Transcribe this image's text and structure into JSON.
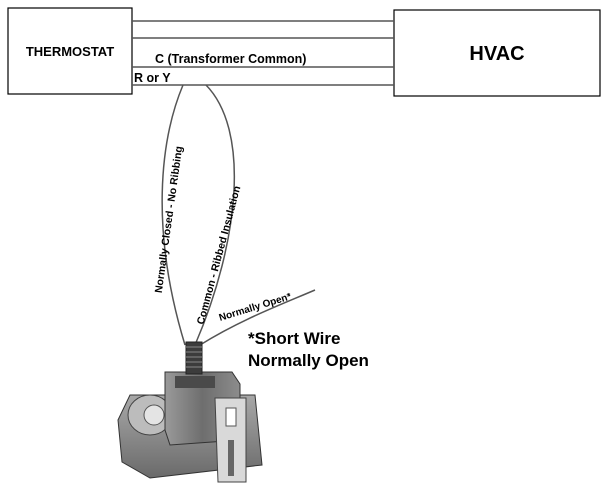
{
  "thermostat": {
    "label": "THERMOSTAT"
  },
  "hvac": {
    "label": "HVAC"
  },
  "wires": {
    "common_label": "C (Transformer Common)",
    "r_or_y_label": "R or Y"
  },
  "leads": {
    "normally_closed": "Normally Closed - No Ribbing",
    "common": "Common - Ribbed Insulation",
    "normally_open": "Normally Open*"
  },
  "note": {
    "line1": "*Short Wire",
    "line2": "Normally Open"
  },
  "colors": {
    "line": "#000000",
    "device_gray": "#8a8a8a"
  }
}
